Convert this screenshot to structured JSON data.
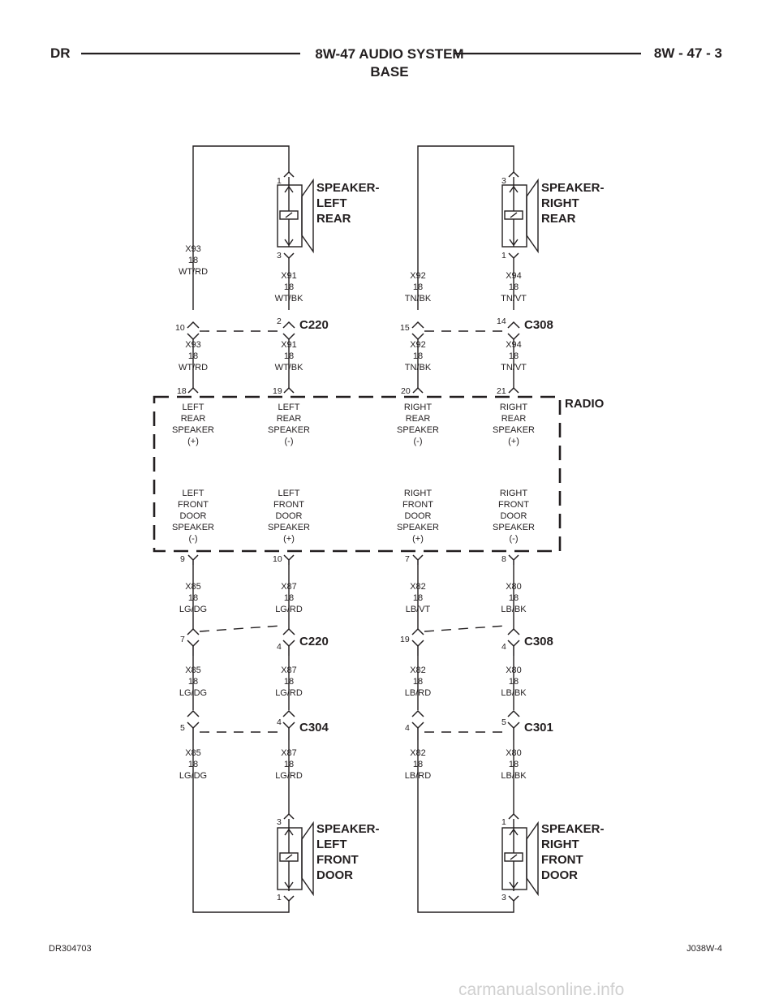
{
  "header": {
    "left": "DR",
    "title": "8W-47 AUDIO SYSTEM",
    "subtitle": "BASE",
    "right": "8W - 47 - 3"
  },
  "footer": {
    "left": "DR304703",
    "right": "J038W-4"
  },
  "watermark": "carmanualsonline.info",
  "components": {
    "lr": [
      "SPEAKER-",
      "LEFT",
      "REAR"
    ],
    "rr": [
      "SPEAKER-",
      "RIGHT",
      "REAR"
    ],
    "lf": [
      "SPEAKER-",
      "LEFT",
      "FRONT",
      "DOOR"
    ],
    "rf": [
      "SPEAKER-",
      "RIGHT",
      "FRONT",
      "DOOR"
    ],
    "radio": "RADIO"
  },
  "connectors": {
    "c220_top": "C220",
    "c308_top": "C308",
    "c220_bot": "C220",
    "c308_bot": "C308",
    "c304": "C304",
    "c301": "C301"
  },
  "pins": {
    "lr_top": "1",
    "lr_bot": "3",
    "rr_top": "3",
    "rr_bot": "1",
    "lf_top": "3",
    "lf_bot": "1",
    "rf_top": "1",
    "rf_bot": "3",
    "c220t_a": "10",
    "c220t_b": "2",
    "c308t_a": "15",
    "c308t_b": "14",
    "radio_18": "18",
    "radio_19": "19",
    "radio_20": "20",
    "radio_21": "21",
    "radio_9": "9",
    "radio_10": "10",
    "radio_7": "7",
    "radio_8": "8",
    "c220b_a": "7",
    "c220b_b": "4",
    "c308b_a": "19",
    "c308b_b": "4",
    "c304_a": "5",
    "c304_b": "4",
    "c301_a": "4",
    "c301_b": "5"
  },
  "wires": {
    "x93_a": [
      "X93",
      "18",
      "WT/RD"
    ],
    "x91_a": [
      "X91",
      "18",
      "WT/BK"
    ],
    "x92_a": [
      "X92",
      "18",
      "TN/BK"
    ],
    "x94_a": [
      "X94",
      "18",
      "TN/VT"
    ],
    "x93_b": [
      "X93",
      "18",
      "WT/RD"
    ],
    "x91_b": [
      "X91",
      "18",
      "WT/BK"
    ],
    "x92_b": [
      "X92",
      "18",
      "TN/BK"
    ],
    "x94_b": [
      "X94",
      "18",
      "TN/VT"
    ],
    "x85_a": [
      "X85",
      "18",
      "LG/DG"
    ],
    "x87_a": [
      "X87",
      "18",
      "LG/RD"
    ],
    "x82_a": [
      "X82",
      "18",
      "LB/VT"
    ],
    "x80_a": [
      "X80",
      "18",
      "LB/BK"
    ],
    "x85_b": [
      "X85",
      "18",
      "LG/DG"
    ],
    "x87_b": [
      "X87",
      "18",
      "LG/RD"
    ],
    "x82_b": [
      "X82",
      "18",
      "LB/RD"
    ],
    "x80_b": [
      "X80",
      "18",
      "LB/BK"
    ],
    "x85_c": [
      "X85",
      "18",
      "LG/DG"
    ],
    "x87_c": [
      "X87",
      "18",
      "LG/RD"
    ],
    "x82_c": [
      "X82",
      "18",
      "LB/RD"
    ],
    "x80_c": [
      "X80",
      "18",
      "LB/BK"
    ]
  },
  "radio_labels": {
    "lrp": [
      "LEFT",
      "REAR",
      "SPEAKER",
      "(+)"
    ],
    "lrm": [
      "LEFT",
      "REAR",
      "SPEAKER",
      "(-)"
    ],
    "rrm": [
      "RIGHT",
      "REAR",
      "SPEAKER",
      "(-)"
    ],
    "rrp": [
      "RIGHT",
      "REAR",
      "SPEAKER",
      "(+)"
    ],
    "lfm": [
      "LEFT",
      "FRONT",
      "DOOR",
      "SPEAKER",
      "(-)"
    ],
    "lfp": [
      "LEFT",
      "FRONT",
      "DOOR",
      "SPEAKER",
      "(+)"
    ],
    "rfp": [
      "RIGHT",
      "FRONT",
      "DOOR",
      "SPEAKER",
      "(+)"
    ],
    "rfm": [
      "RIGHT",
      "FRONT",
      "DOOR",
      "SPEAKER",
      "(-)"
    ]
  }
}
